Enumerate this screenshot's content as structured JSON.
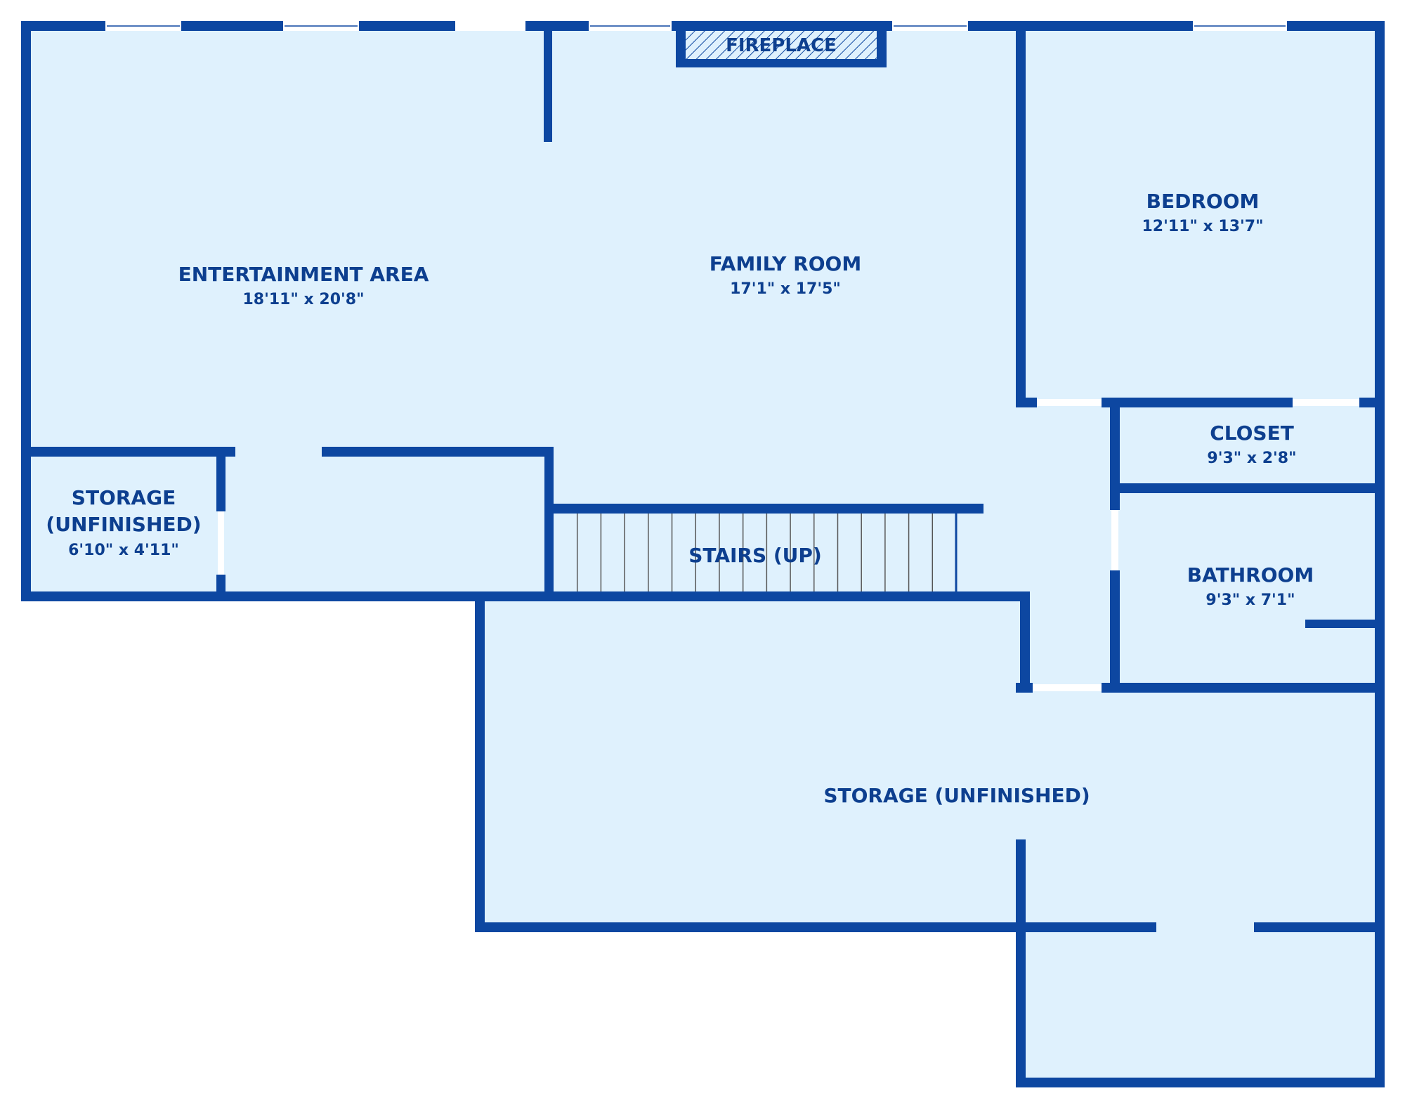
{
  "colors": {
    "wall": "#0d47a1",
    "floor": "#dff1fd",
    "label": "#0d3f8f",
    "opening": "#ffffff",
    "background": "#ffffff"
  },
  "rooms": {
    "entertainment": {
      "name": "ENTERTAINMENT AREA",
      "dim": "18'11\" x 20'8\""
    },
    "family": {
      "name": "FAMILY ROOM",
      "dim": "17'1\" x 17'5\""
    },
    "bedroom": {
      "name": "BEDROOM",
      "dim": "12'11\" x 13'7\""
    },
    "closet": {
      "name": "CLOSET",
      "dim": "9'3\" x 2'8\""
    },
    "bathroom": {
      "name": "BATHROOM",
      "dim": "9'3\" x 7'1\""
    },
    "storage_small": {
      "name_line1": "STORAGE",
      "name_line2": "(UNFINISHED)",
      "dim": "6'10\" x 4'11\""
    },
    "storage_large": {
      "name": "STORAGE (UNFINISHED)"
    }
  },
  "fixtures": {
    "fireplace": "FIREPLACE",
    "stairs": "STAIRS (UP)"
  }
}
